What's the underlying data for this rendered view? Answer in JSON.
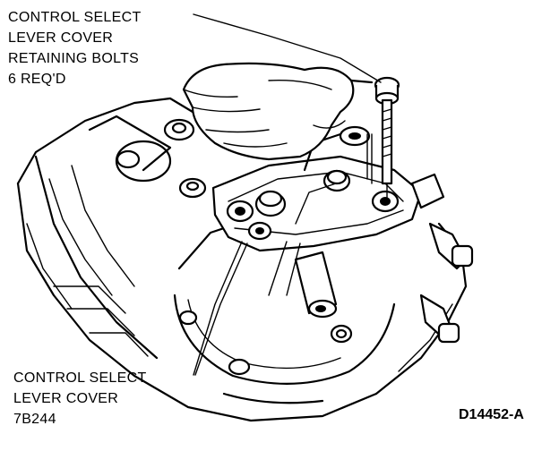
{
  "callouts": {
    "bolts": {
      "lines": [
        "CONTROL SELECT",
        "LEVER COVER",
        "RETAINING BOLTS",
        "6 REQ'D"
      ]
    },
    "cover": {
      "lines": [
        "CONTROL SELECT",
        "LEVER COVER",
        "7B244"
      ]
    }
  },
  "figure_id": "D14452-A"
}
